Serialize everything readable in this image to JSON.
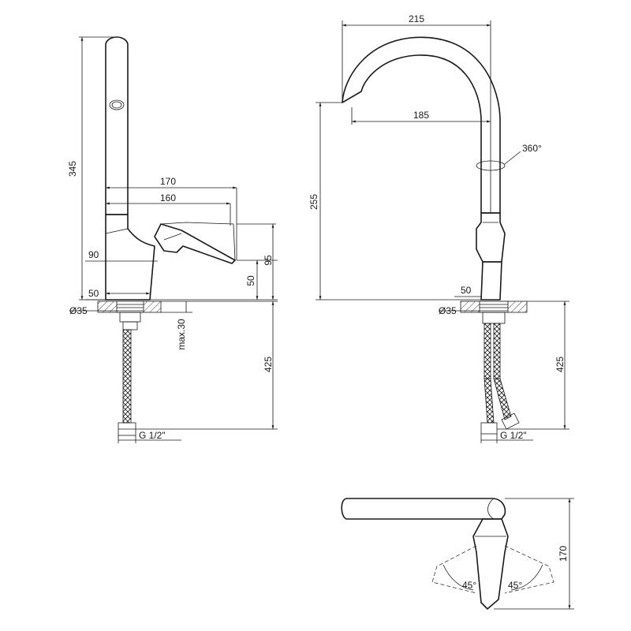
{
  "views": {
    "side": {
      "dims": {
        "total_height": "345",
        "lever_reach_170": "170",
        "lever_reach_160": "160",
        "angle_base_90": "90",
        "base_width_50": "50",
        "body_height_95": "95",
        "body_height_50": "50",
        "diameter": "Ø35",
        "max_thickness": "max.30",
        "hose_length": "425",
        "thread": "G 1/2\""
      }
    },
    "front": {
      "dims": {
        "spout_reach_215": "215",
        "spout_reach_185": "185",
        "rotation": "360°",
        "spout_height": "255",
        "base_width_50": "50",
        "diameter": "Ø35",
        "hose_length": "425",
        "thread": "G 1/2\""
      }
    },
    "top": {
      "dims": {
        "lever_angle_left": "45°",
        "lever_angle_right": "45°",
        "depth": "170"
      }
    }
  }
}
